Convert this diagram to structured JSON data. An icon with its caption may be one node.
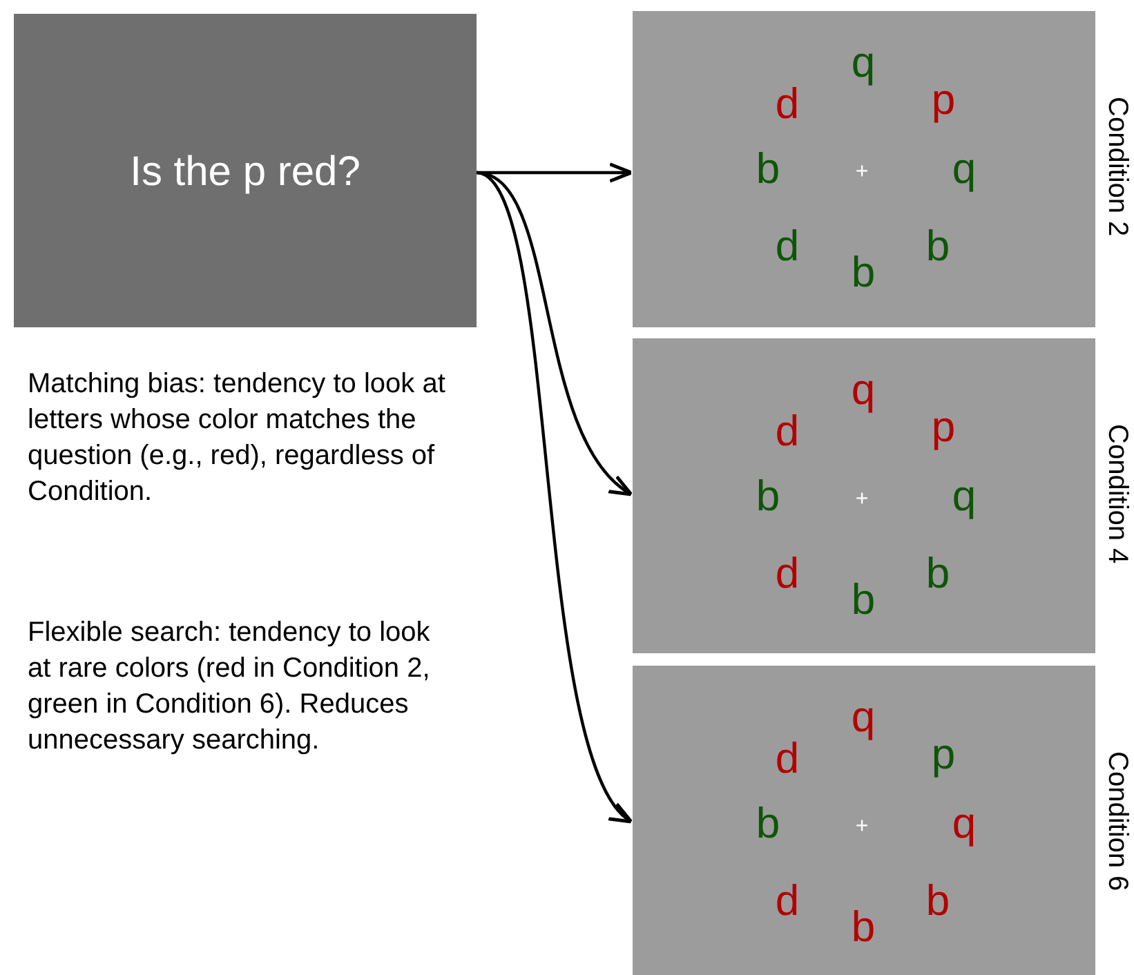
{
  "diagram": {
    "nodes": [
      {
        "text": [
          "Is the p red?"
        ]
      },
      {
        "text": [
          "q",
          "d",
          "p",
          "b",
          "+",
          "q",
          "d",
          "b",
          "b"
        ],
        "beside": [
          "Condition 2"
        ]
      },
      {
        "text": [
          "q",
          "d",
          "p",
          "b",
          "+",
          "q",
          "d",
          "b",
          "b"
        ],
        "beside": [
          "Condition 4"
        ]
      },
      {
        "text": [
          "q",
          "d",
          "p",
          "b",
          "+",
          "q",
          "d",
          "b",
          "b"
        ],
        "beside": [
          "Condition 6"
        ]
      }
    ],
    "edges": [
      {
        "from": 0,
        "to": 1,
        "arrow": "to"
      },
      {
        "from": 0,
        "to": 2,
        "arrow": "to"
      },
      {
        "from": 0,
        "to": 3,
        "arrow": "to"
      }
    ],
    "labels": [
      "Matching bias: tendency to look at letters whose color matches the question (e.g., red), regardless of Condition.",
      "Flexible search: tendency to look at rare colors (red in Condition 2, green in Condition 6). Reduces unnecessary searching."
    ]
  }
}
